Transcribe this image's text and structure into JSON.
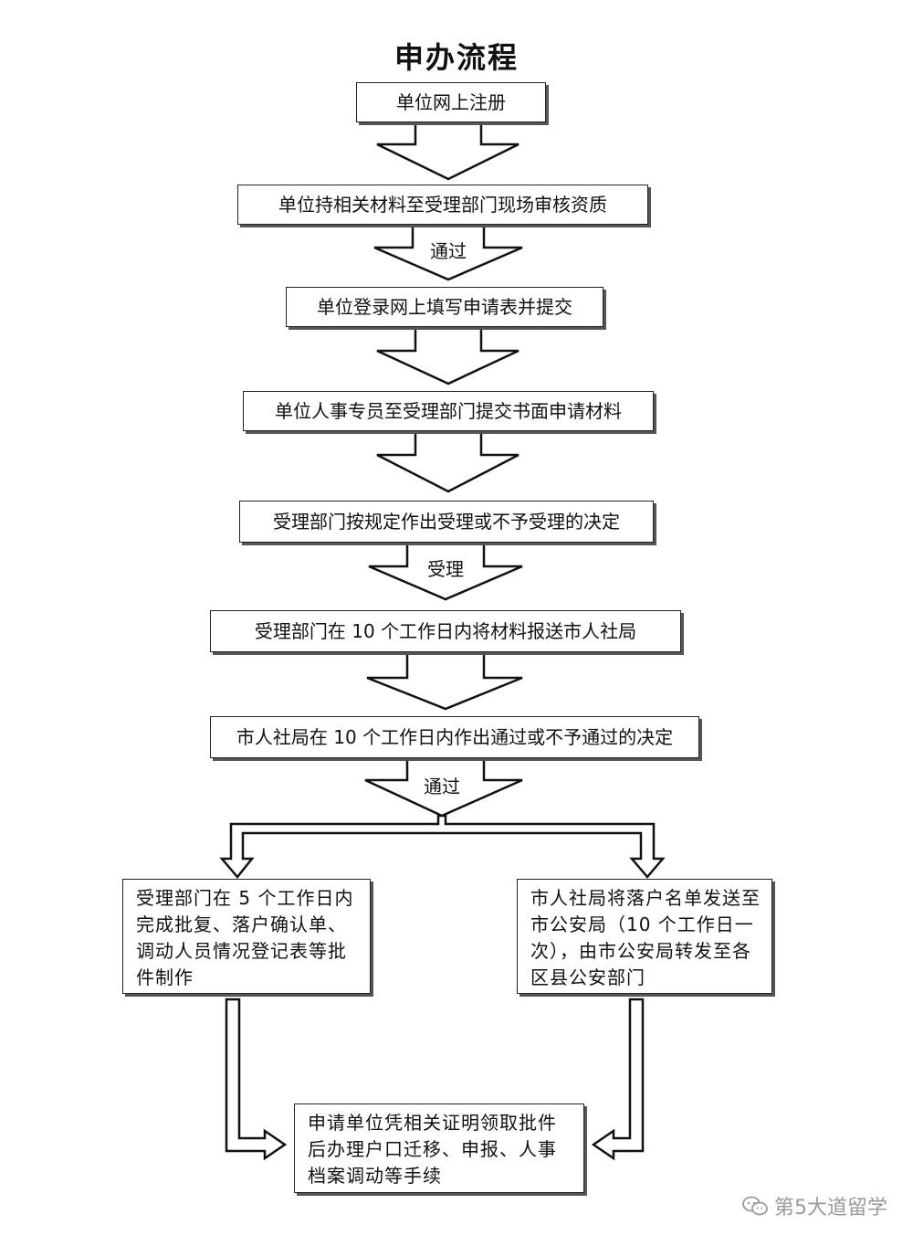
{
  "title": "申办流程",
  "steps": [
    "单位网上注册",
    "单位持相关材料至受理部门现场审核资质",
    "单位登录网上填写申请表并提交",
    "单位人事专员至受理部门提交书面申请材料",
    "受理部门按规定作出受理或不予受理的决定",
    "受理部门在 10 个工作日内将材料报送市人社局",
    "市人社局在 10 个工作日内作出通过或不予通过的决定"
  ],
  "arrow_labels": {
    "after_step2": "通过",
    "after_step5": "受理",
    "after_step7": "通过"
  },
  "branch_left": "受理部门在 5 个工作日内完成批复、落户确认单、调动人员情况登记表等批件制作",
  "branch_right": "市人社局将落户名单发送至市公安局（10 个工作日一次），由市公安局转发至各区县公安部门",
  "final_step": "申请单位凭相关证明领取批件后办理户口迁移、申报、人事档案调动等手续",
  "watermark": "第5大道留学",
  "watermark_icon": "wechat-icon"
}
